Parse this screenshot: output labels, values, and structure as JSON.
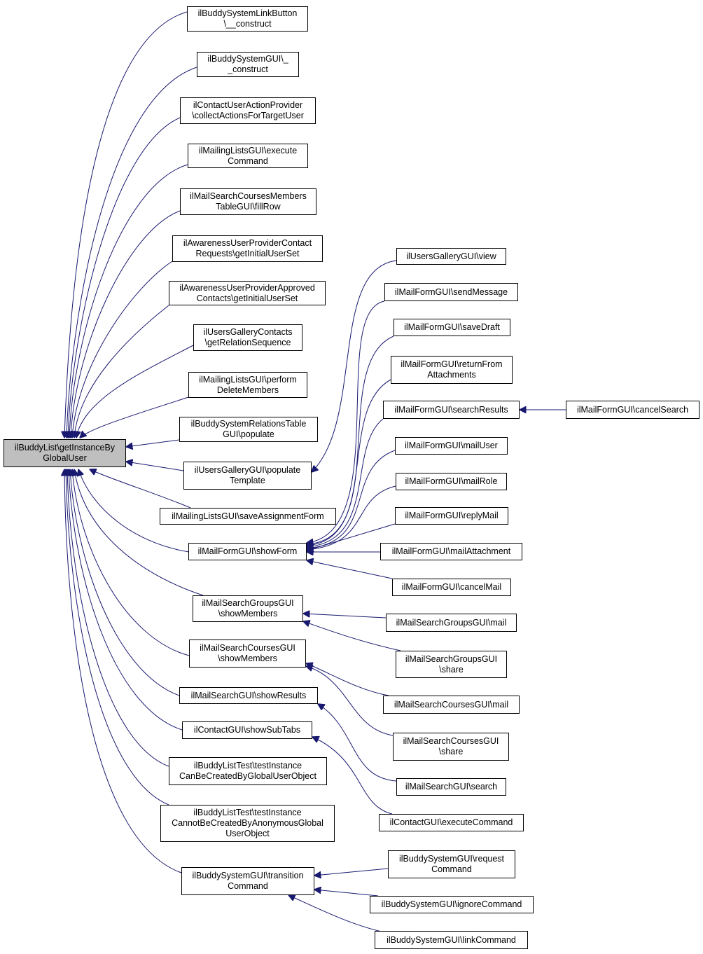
{
  "diagram": {
    "colors": {
      "edge": "#191970",
      "root_fill": "#bfbfbf",
      "node_fill": "#ffffff",
      "node_border": "#000000"
    },
    "root": {
      "id": "root",
      "lines": [
        "ilBuddyList\\getInstanceBy",
        "GlobalUser"
      ]
    },
    "nodes": [
      {
        "id": "n_linkbutton_construct",
        "lines": [
          "ilBuddySystemLinkButton",
          "\\__construct"
        ]
      },
      {
        "id": "n_bsgui_construct",
        "lines": [
          "ilBuddySystemGUI\\_",
          "_construct"
        ]
      },
      {
        "id": "n_contactuseraction",
        "lines": [
          "ilContactUserActionProvider",
          "\\collectActionsForTargetUser"
        ]
      },
      {
        "id": "n_mailinglists_execute",
        "lines": [
          "ilMailingListsGUI\\execute",
          "Command"
        ]
      },
      {
        "id": "n_mailsearchcoursesmembers_fillrow",
        "lines": [
          "ilMailSearchCoursesMembers",
          "TableGUI\\fillRow"
        ]
      },
      {
        "id": "n_awareness_contactrequests",
        "lines": [
          "ilAwarenessUserProviderContact",
          "Requests\\getInitialUserSet"
        ]
      },
      {
        "id": "n_awareness_approved",
        "lines": [
          "ilAwarenessUserProviderApproved",
          "Contacts\\getInitialUserSet"
        ]
      },
      {
        "id": "n_usersgallerycontacts",
        "lines": [
          "ilUsersGalleryContacts",
          "\\getRelationSequence"
        ]
      },
      {
        "id": "n_mailinglists_perform",
        "lines": [
          "ilMailingListsGUI\\perform",
          "DeleteMembers"
        ]
      },
      {
        "id": "n_relationstable_populate",
        "lines": [
          "ilBuddySystemRelationsTable",
          "GUI\\populate"
        ]
      },
      {
        "id": "n_usersgallery_populate",
        "lines": [
          "ilUsersGalleryGUI\\populate",
          "Template"
        ]
      },
      {
        "id": "n_mailinglists_save",
        "lines": [
          "ilMailingListsGUI\\saveAssignmentForm"
        ]
      },
      {
        "id": "n_mailform_showform",
        "lines": [
          "ilMailFormGUI\\showForm"
        ]
      },
      {
        "id": "n_mailsearchgroups_showmembers",
        "lines": [
          "ilMailSearchGroupsGUI",
          "\\showMembers"
        ]
      },
      {
        "id": "n_mailsearchcourses_showmembers",
        "lines": [
          "ilMailSearchCoursesGUI",
          "\\showMembers"
        ]
      },
      {
        "id": "n_mailsearch_showresults",
        "lines": [
          "ilMailSearchGUI\\showResults"
        ]
      },
      {
        "id": "n_contact_showsubtabs",
        "lines": [
          "ilContactGUI\\showSubTabs"
        ]
      },
      {
        "id": "n_test_canbecreated",
        "lines": [
          "ilBuddyListTest\\testInstance",
          "CanBeCreatedByGlobalUserObject"
        ]
      },
      {
        "id": "n_test_cannotbecreated",
        "lines": [
          "ilBuddyListTest\\testInstance",
          "CannotBeCreatedByAnonymousGlobal",
          "UserObject"
        ]
      },
      {
        "id": "n_bsgui_transition",
        "lines": [
          "ilBuddySystemGUI\\transition",
          "Command"
        ]
      },
      {
        "id": "n_usersgallery_view",
        "lines": [
          "ilUsersGalleryGUI\\view"
        ]
      },
      {
        "id": "n_mailform_sendmessage",
        "lines": [
          "ilMailFormGUI\\sendMessage"
        ]
      },
      {
        "id": "n_mailform_savedraft",
        "lines": [
          "ilMailFormGUI\\saveDraft"
        ]
      },
      {
        "id": "n_mailform_returnfrom",
        "lines": [
          "ilMailFormGUI\\returnFrom",
          "Attachments"
        ]
      },
      {
        "id": "n_mailform_searchresults",
        "lines": [
          "ilMailFormGUI\\searchResults"
        ]
      },
      {
        "id": "n_mailform_mailuser",
        "lines": [
          "ilMailFormGUI\\mailUser"
        ]
      },
      {
        "id": "n_mailform_mailrole",
        "lines": [
          "ilMailFormGUI\\mailRole"
        ]
      },
      {
        "id": "n_mailform_replymail",
        "lines": [
          "ilMailFormGUI\\replyMail"
        ]
      },
      {
        "id": "n_mailform_mailattachment",
        "lines": [
          "ilMailFormGUI\\mailAttachment"
        ]
      },
      {
        "id": "n_mailform_cancelmail",
        "lines": [
          "ilMailFormGUI\\cancelMail"
        ]
      },
      {
        "id": "n_mailsearchgroups_mail",
        "lines": [
          "ilMailSearchGroupsGUI\\mail"
        ]
      },
      {
        "id": "n_mailsearchgroups_share",
        "lines": [
          "ilMailSearchGroupsGUI",
          "\\share"
        ]
      },
      {
        "id": "n_mailsearchcourses_mail",
        "lines": [
          "ilMailSearchCoursesGUI\\mail"
        ]
      },
      {
        "id": "n_mailsearchcourses_share",
        "lines": [
          "ilMailSearchCoursesGUI",
          "\\share"
        ]
      },
      {
        "id": "n_mailsearch_search",
        "lines": [
          "ilMailSearchGUI\\search"
        ]
      },
      {
        "id": "n_contact_executecommand",
        "lines": [
          "ilContactGUI\\executeCommand"
        ]
      },
      {
        "id": "n_bsgui_request",
        "lines": [
          "ilBuddySystemGUI\\request",
          "Command"
        ]
      },
      {
        "id": "n_bsgui_ignore",
        "lines": [
          "ilBuddySystemGUI\\ignoreCommand"
        ]
      },
      {
        "id": "n_bsgui_link",
        "lines": [
          "ilBuddySystemGUI\\linkCommand"
        ]
      },
      {
        "id": "n_mailform_cancelsearch",
        "lines": [
          "ilMailFormGUI\\cancelSearch"
        ]
      }
    ],
    "edges": [
      {
        "from": "n_linkbutton_construct",
        "to": "root"
      },
      {
        "from": "n_bsgui_construct",
        "to": "root"
      },
      {
        "from": "n_contactuseraction",
        "to": "root"
      },
      {
        "from": "n_mailinglists_execute",
        "to": "root"
      },
      {
        "from": "n_mailsearchcoursesmembers_fillrow",
        "to": "root"
      },
      {
        "from": "n_awareness_contactrequests",
        "to": "root"
      },
      {
        "from": "n_awareness_approved",
        "to": "root"
      },
      {
        "from": "n_usersgallerycontacts",
        "to": "root"
      },
      {
        "from": "n_mailinglists_perform",
        "to": "root"
      },
      {
        "from": "n_relationstable_populate",
        "to": "root"
      },
      {
        "from": "n_usersgallery_populate",
        "to": "root"
      },
      {
        "from": "n_mailinglists_save",
        "to": "root"
      },
      {
        "from": "n_mailform_showform",
        "to": "root"
      },
      {
        "from": "n_mailsearchgroups_showmembers",
        "to": "root"
      },
      {
        "from": "n_mailsearchcourses_showmembers",
        "to": "root"
      },
      {
        "from": "n_mailsearch_showresults",
        "to": "root"
      },
      {
        "from": "n_contact_showsubtabs",
        "to": "root"
      },
      {
        "from": "n_test_canbecreated",
        "to": "root"
      },
      {
        "from": "n_test_cannotbecreated",
        "to": "root"
      },
      {
        "from": "n_bsgui_transition",
        "to": "root"
      },
      {
        "from": "n_usersgallery_view",
        "to": "n_usersgallery_populate"
      },
      {
        "from": "n_mailform_sendmessage",
        "to": "n_mailform_showform"
      },
      {
        "from": "n_mailform_savedraft",
        "to": "n_mailform_showform"
      },
      {
        "from": "n_mailform_returnfrom",
        "to": "n_mailform_showform"
      },
      {
        "from": "n_mailform_searchresults",
        "to": "n_mailform_showform"
      },
      {
        "from": "n_mailform_mailuser",
        "to": "n_mailform_showform"
      },
      {
        "from": "n_mailform_mailrole",
        "to": "n_mailform_showform"
      },
      {
        "from": "n_mailform_replymail",
        "to": "n_mailform_showform"
      },
      {
        "from": "n_mailform_mailattachment",
        "to": "n_mailform_showform"
      },
      {
        "from": "n_mailform_cancelmail",
        "to": "n_mailform_showform"
      },
      {
        "from": "n_mailform_cancelsearch",
        "to": "n_mailform_searchresults"
      },
      {
        "from": "n_mailsearchgroups_mail",
        "to": "n_mailsearchgroups_showmembers"
      },
      {
        "from": "n_mailsearchgroups_share",
        "to": "n_mailsearchgroups_showmembers"
      },
      {
        "from": "n_mailsearchcourses_mail",
        "to": "n_mailsearchcourses_showmembers"
      },
      {
        "from": "n_mailsearchcourses_share",
        "to": "n_mailsearchcourses_showmembers"
      },
      {
        "from": "n_mailsearch_search",
        "to": "n_mailsearch_showresults"
      },
      {
        "from": "n_contact_executecommand",
        "to": "n_contact_showsubtabs"
      },
      {
        "from": "n_bsgui_request",
        "to": "n_bsgui_transition"
      },
      {
        "from": "n_bsgui_ignore",
        "to": "n_bsgui_transition"
      },
      {
        "from": "n_bsgui_link",
        "to": "n_bsgui_transition"
      }
    ]
  }
}
